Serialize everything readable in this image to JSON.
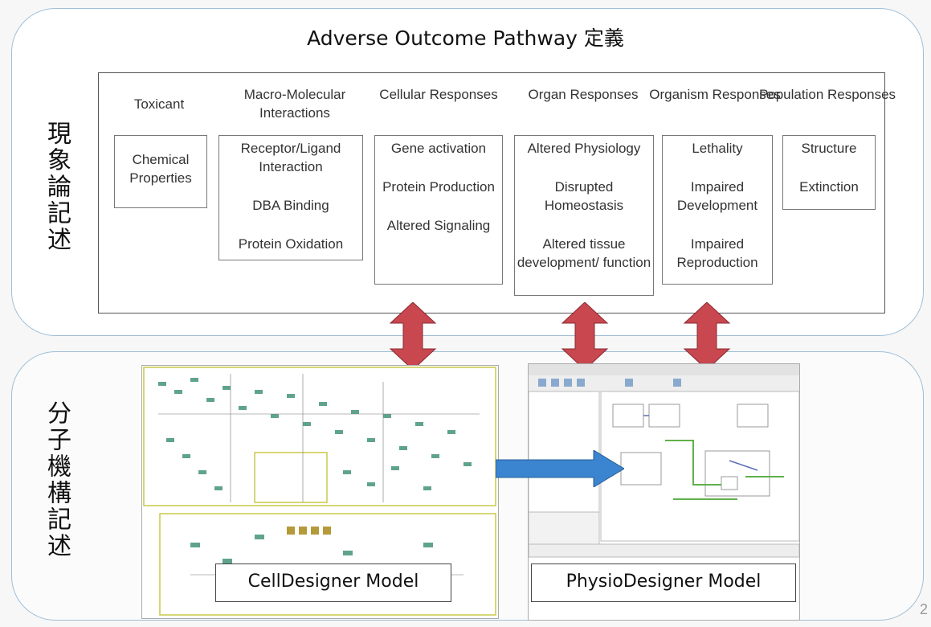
{
  "title": "Adverse Outcome Pathway 定義",
  "top_side_label": "現象論記述",
  "bottom_side_label": "分子機構記述",
  "columns": [
    {
      "header": "Toxicant",
      "items": [
        "Chemical Properties"
      ]
    },
    {
      "header": "Macro-Molecular Interactions",
      "items": [
        "Receptor/Ligand Interaction",
        "DBA Binding",
        "Protein Oxidation"
      ]
    },
    {
      "header": "Cellular Responses",
      "items": [
        "Gene activation",
        "Protein Production",
        "Altered Signaling"
      ]
    },
    {
      "header": "Organ Responses",
      "items": [
        "Altered Physiology",
        "Disrupted Homeostasis",
        "Altered tissue development/ function"
      ]
    },
    {
      "header": "Organism Responses",
      "items": [
        "Lethality",
        "Impaired Development",
        "Impaired Reproduction"
      ]
    },
    {
      "header": "Population Responses",
      "items": [
        "Structure",
        "Extinction"
      ]
    }
  ],
  "models": {
    "celldesigner_label": "CellDesigner Model",
    "physiodesigner_label": "PhysioDesigner Model"
  },
  "page_number": "2",
  "colors": {
    "panel_border": "#9fbfd8",
    "double_arrow": "#c9474f",
    "flow_arrow": "#3b84cf"
  }
}
